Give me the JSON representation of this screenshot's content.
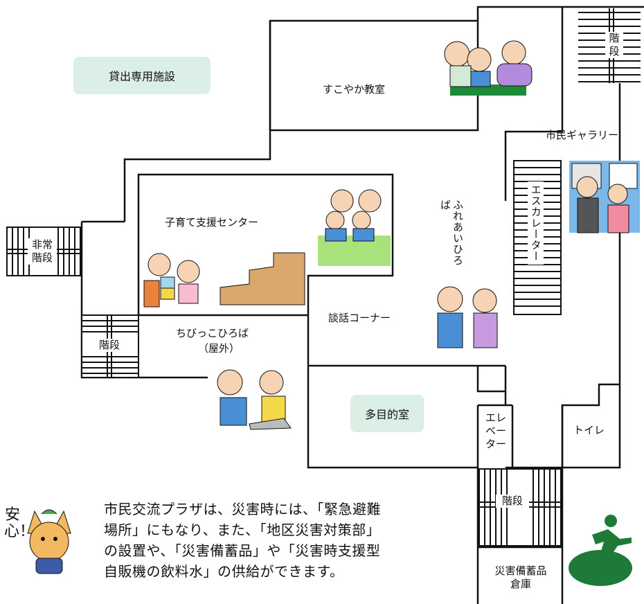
{
  "labels": {
    "rental_facility": "貸出専用施設",
    "sukoyaka": "すこやか教室",
    "stairs_top": "階\n段",
    "gallery": "市民ギャラリー",
    "escalator": "エスカレーター",
    "fureai": "ふれあいひろば",
    "kosodate": "子育て支援センター",
    "emergency_stairs": "非常\n階段",
    "stairs_left": "階段",
    "chibikko": "ちびっこひろば",
    "outdoor": "（屋外）",
    "danwa": "談話コーナー",
    "tamokuteki": "多目的室",
    "elevator": "エレ\nベー\nター",
    "toilet": "トイレ",
    "stairs_bottom": "階段",
    "storage": "災害備蓄品\n倉庫"
  },
  "mascot_text": "安心！",
  "note_lines": [
    "市民交流プラザは、災害時には、「緊急避難",
    "場所」にもなり、また、「地区災害対策部」",
    "の設置や、「災害備蓄品」や「災害時支援型",
    "自販機の飲料水」の供給ができます。"
  ],
  "colors": {
    "label_box": "#dcefe6",
    "exit_green": "#1d7a37",
    "lawn": "#a9e27a",
    "gallery_bg": "#7ab8ea"
  },
  "icons": [
    "exit-runner-icon",
    "mascot-icon"
  ]
}
